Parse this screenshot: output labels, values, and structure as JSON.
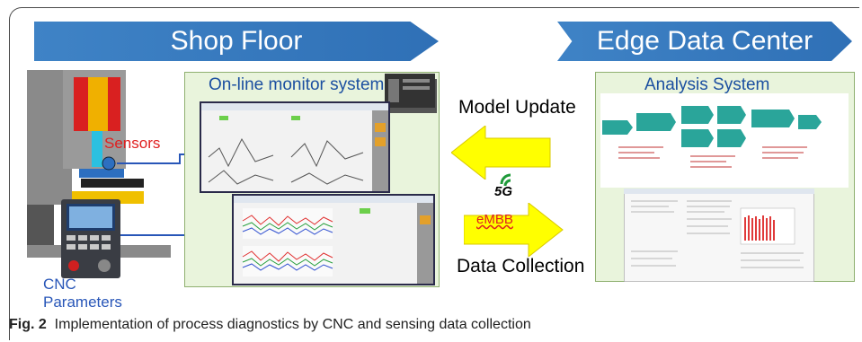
{
  "banners": {
    "left": "Shop Floor",
    "right": "Edge Data Center"
  },
  "left_panel": {
    "title": "On-line monitor system"
  },
  "right_panel": {
    "title": "Analysis System"
  },
  "labels": {
    "sensors": "Sensors",
    "cnc": "CNC",
    "parameters": "Parameters",
    "model_update": "Model Update",
    "g5": "5G",
    "embb": "eMBB",
    "data_collection": "Data Collection"
  },
  "caption": {
    "fig": "Fig. 2",
    "text": "Implementation of process diagnostics by CNC and sensing data collection"
  },
  "colors": {
    "banner": "#3a7dc2",
    "arrow": "#ffff00",
    "sensor_label": "#e02020",
    "panel_title": "#1b4fa0",
    "link": "#2856b8"
  }
}
